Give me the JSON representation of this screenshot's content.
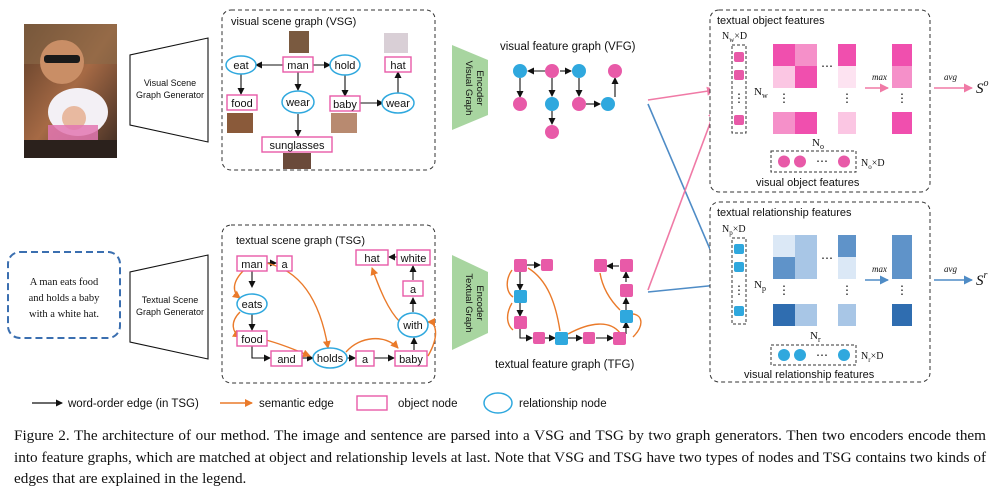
{
  "input": {
    "photo": "man-eating-with-baby-photo",
    "sentence": [
      "A man eats food",
      "and holds a baby",
      "with a white hat."
    ]
  },
  "generators": {
    "vsg": [
      "Visual Scene",
      "Graph Generator"
    ],
    "tsg": [
      "Textual Scene",
      "Graph Generator"
    ]
  },
  "vsg": {
    "title": "visual scene graph (VSG)",
    "objects": [
      "man",
      "food",
      "baby",
      "hat",
      "sunglasses"
    ],
    "relations": [
      "eat",
      "hold",
      "wear",
      "wear"
    ]
  },
  "tsg": {
    "title": "textual scene graph (TSG)",
    "objects": [
      "man",
      "a",
      "food",
      "and",
      "a",
      "baby",
      "hat",
      "white",
      "a"
    ],
    "relations": [
      "eats",
      "holds",
      "with"
    ]
  },
  "encoders": {
    "visual": [
      "Visual Graph",
      "Encoder"
    ],
    "textual": [
      "Textual Graph",
      "Encoder"
    ]
  },
  "vfg": {
    "title": "visual feature graph (VFG)"
  },
  "tfg": {
    "title": "textual feature graph (TFG)"
  },
  "object_panel": {
    "title": "textual object features",
    "dim_top": "N",
    "dim_top_sub": "w",
    "dim_top_suffix": "×D",
    "row_label": "N",
    "row_label_sub": "w",
    "col_label": "N",
    "col_label_sub": "o",
    "bottom_dim": "N",
    "bottom_dim_sub": "o",
    "bottom_dim_suffix": "×D",
    "bottom_title": "visual object features",
    "op_max": "max",
    "op_avg": "avg",
    "score": "S",
    "score_sup": "o",
    "dots": "⋯",
    "vdots": "⋮",
    "colors": {
      "strong": "#f04fae",
      "mid": "#f590c9",
      "light": "#fbc6e3",
      "pale": "#fde3f1"
    }
  },
  "relation_panel": {
    "title": "textual relationship features",
    "dim_top": "N",
    "dim_top_sub": "p",
    "dim_top_suffix": "×D",
    "row_label": "N",
    "row_label_sub": "p",
    "col_label": "N",
    "col_label_sub": "r",
    "bottom_dim": "N",
    "bottom_dim_sub": "r",
    "bottom_dim_suffix": "×D",
    "bottom_title": "visual relationship features",
    "op_max": "max",
    "op_avg": "avg",
    "score": "S",
    "score_sup": "r",
    "dots": "⋯",
    "vdots": "⋮",
    "colors": {
      "strong": "#2f6db0",
      "mid": "#5f93c9",
      "light": "#a8c6e6",
      "pale": "#dbe8f6"
    }
  },
  "legend": {
    "word_order": "word-order edge (in TSG)",
    "semantic": "semantic edge",
    "object": "object node",
    "relationship": "relationship node"
  },
  "colors": {
    "object_node": "#e85aa8",
    "relation_node": "#2fa8de",
    "semantic_edge": "#ea7a2a",
    "encoder": "#a8d5a0",
    "pink_arrow": "#f07aa6",
    "blue_arrow": "#4f8cc6"
  },
  "caption": "Figure 2.   The architecture of our method. The image and sentence are parsed into a VSG and TSG by two graph generators. Then two encoders encode them into feature graphs, which are matched at object and relationship levels at last. Note that VSG and TSG have two types of nodes and TSG contains two kinds of edges that are explained in the legend."
}
